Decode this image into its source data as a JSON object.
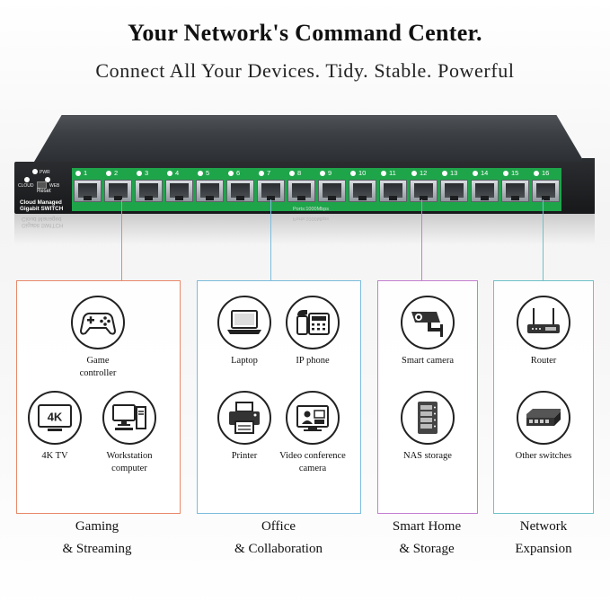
{
  "headline": "Your Network's Command Center.",
  "subheadline": "Connect All Your Devices. Tidy. Stable. Powerful",
  "switch": {
    "brand_line1": "Cloud Managed",
    "brand_line2": "Gigabit SWITCH",
    "led_pwr": "PWR",
    "led_cloud": "CLOUD",
    "led_web": "WEB",
    "reset_label": "Reset",
    "speed_label": "Ports:1000Mbps",
    "ports": [
      "1",
      "2",
      "3",
      "4",
      "5",
      "6",
      "7",
      "8",
      "9",
      "10",
      "11",
      "12",
      "13",
      "14",
      "15",
      "16"
    ],
    "accent_color": "#1ea54a"
  },
  "categories": [
    {
      "title_line1": "Gaming",
      "title_line2": "& Streaming",
      "color": "#e8896a",
      "items": [
        {
          "icon": "game-controller-icon",
          "label_line1": "Game",
          "label_line2": "controller"
        },
        {
          "icon": "tv-4k-icon",
          "label_line1": "4K TV",
          "label_line2": "",
          "icon_text": "4K"
        },
        {
          "icon": "workstation-icon",
          "label_line1": "Workstation",
          "label_line2": "computer"
        }
      ]
    },
    {
      "title_line1": "Office",
      "title_line2": "& Collaboration",
      "color": "#7dbcdc",
      "items": [
        {
          "icon": "laptop-icon",
          "label_line1": "Laptop",
          "label_line2": ""
        },
        {
          "icon": "ip-phone-icon",
          "label_line1": "IP phone",
          "label_line2": ""
        },
        {
          "icon": "printer-icon",
          "label_line1": "Printer",
          "label_line2": ""
        },
        {
          "icon": "video-conference-icon",
          "label_line1": "Video conference",
          "label_line2": "camera"
        }
      ]
    },
    {
      "title_line1": "Smart Home",
      "title_line2": "& Storage",
      "color": "#c47fd0",
      "items": [
        {
          "icon": "smart-camera-icon",
          "label_line1": "Smart camera",
          "label_line2": ""
        },
        {
          "icon": "nas-storage-icon",
          "label_line1": "NAS storage",
          "label_line2": ""
        }
      ]
    },
    {
      "title_line1": "Network",
      "title_line2": "Expansion",
      "color": "#6fc1c9",
      "items": [
        {
          "icon": "router-icon",
          "label_line1": "Router",
          "label_line2": ""
        },
        {
          "icon": "network-switch-icon",
          "label_line1": "Other switches",
          "label_line2": ""
        }
      ]
    }
  ]
}
